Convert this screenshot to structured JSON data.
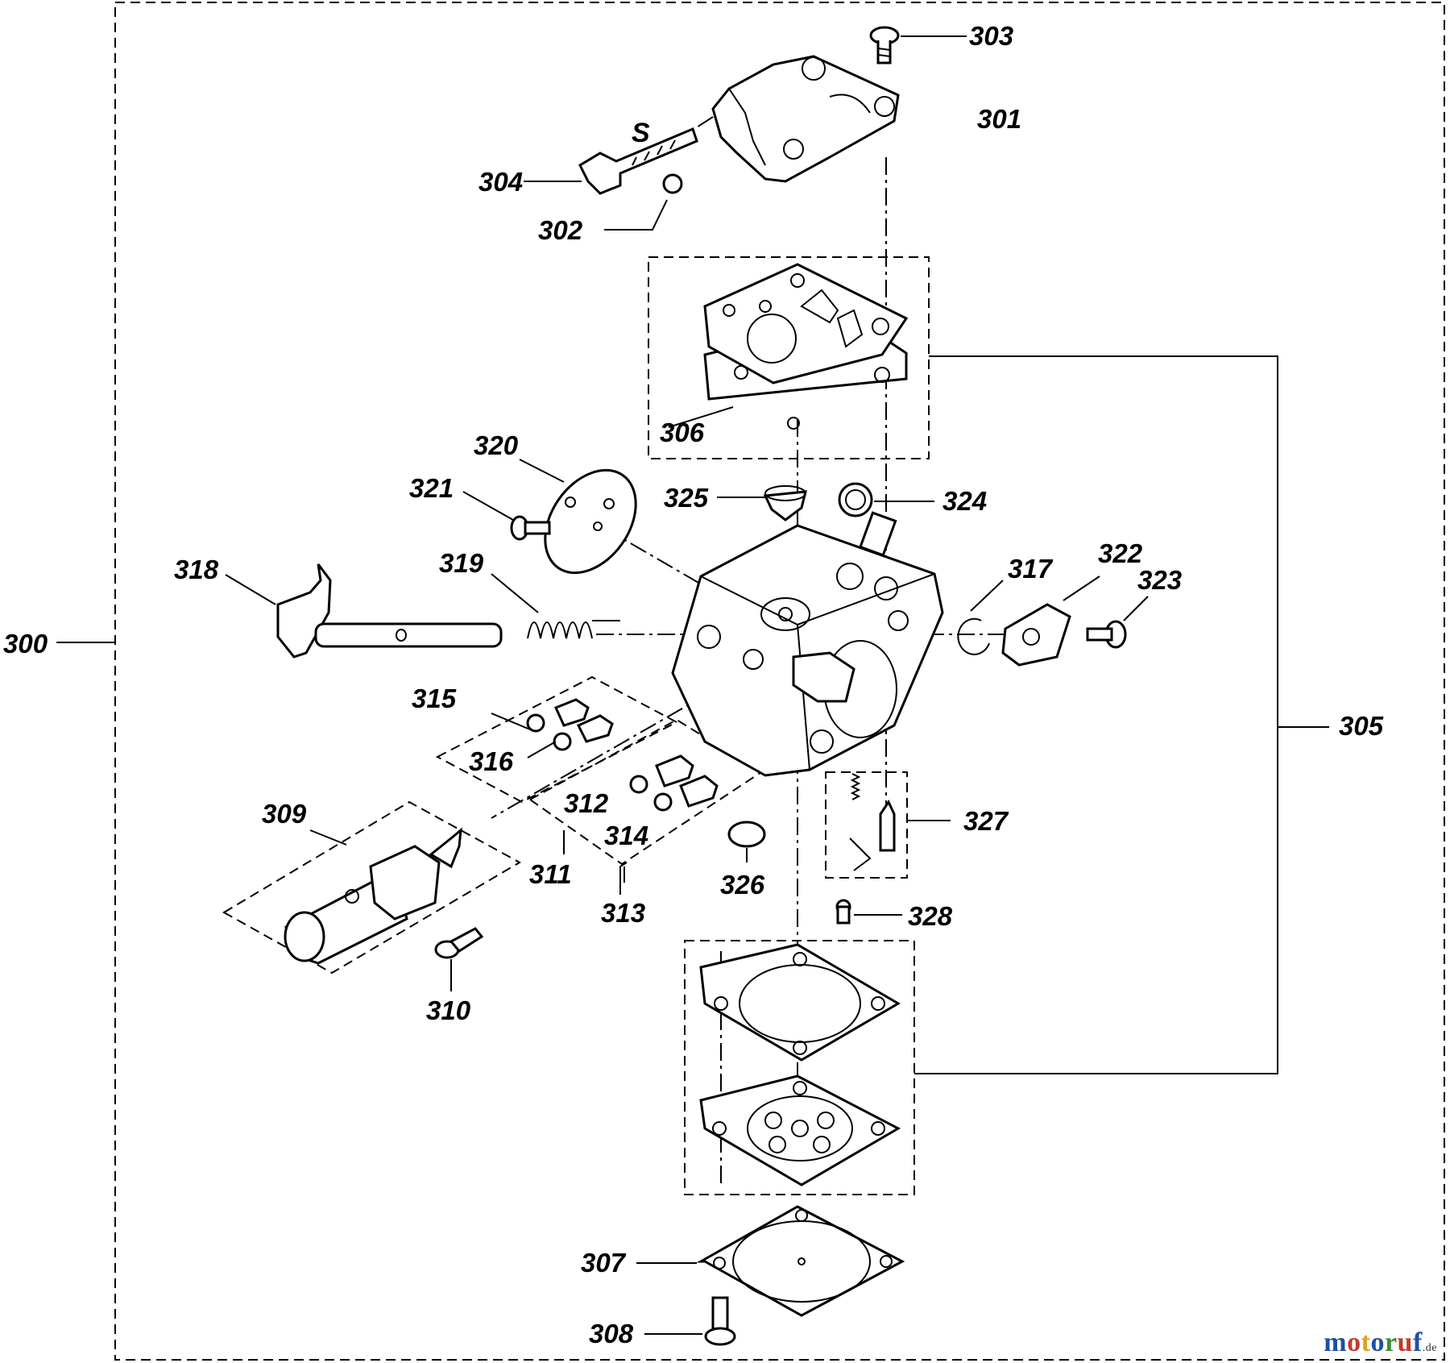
{
  "labels": {
    "p300": "300",
    "p301": "301",
    "p302": "302",
    "p303": "303",
    "p304": "304",
    "p305": "305",
    "p306": "306",
    "p307": "307",
    "p308": "308",
    "p309": "309",
    "p310": "310",
    "p311": "311",
    "p312": "312",
    "p313": "313",
    "p314": "314",
    "p315": "315",
    "p316": "316",
    "p317": "317",
    "p318": "318",
    "p319": "319",
    "p320": "320",
    "p321": "321",
    "p322": "322",
    "p323": "323",
    "p324": "324",
    "p325": "325",
    "p326": "326",
    "p327": "327",
    "p328": "328"
  },
  "s_mark": "S",
  "watermark": {
    "letters": [
      "m",
      "o",
      "t",
      "o",
      "r",
      "u",
      "f"
    ],
    "letter_colors": [
      "#1f4fa3",
      "#c23a2a",
      "#e0a020",
      "#1f4fa3",
      "#3b8c3a",
      "#c23a2a",
      "#1f4fa3"
    ],
    "suffix": ".de"
  }
}
